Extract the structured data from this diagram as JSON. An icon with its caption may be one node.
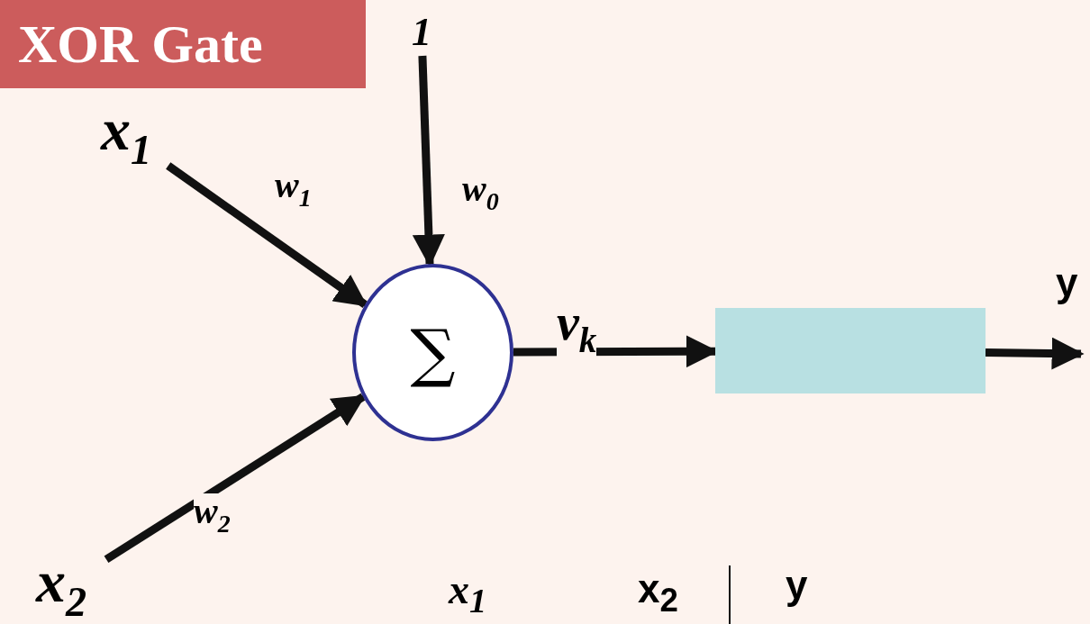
{
  "diagram": {
    "title": "XOR Gate",
    "nodes": [
      {
        "text": [
          "x$_{1}$"
        ]
      },
      {
        "text": [
          "1"
        ]
      },
      {
        "text": [
          "x$_{2}$"
        ]
      },
      {
        "text": [
          "∑"
        ]
      },
      {
        "text": [],
        "shape": "box"
      }
    ],
    "edges": [
      {
        "from": 0,
        "to": 3,
        "arrow": "to",
        "label": "w$_{1}$"
      },
      {
        "from": 1,
        "to": 3,
        "arrow": "to",
        "label": "w$_{0}$"
      },
      {
        "from": 2,
        "to": 3,
        "arrow": "to",
        "label": "w$_{2}$"
      },
      {
        "from": 3,
        "to": 4,
        "arrow": "to",
        "label": "v$_{k}$"
      },
      {
        "from": 4,
        "to": null,
        "arrow": "to"
      }
    ],
    "labels": [
      "y",
      "x$_{1}$",
      "x$_{2}$",
      "y"
    ]
  }
}
